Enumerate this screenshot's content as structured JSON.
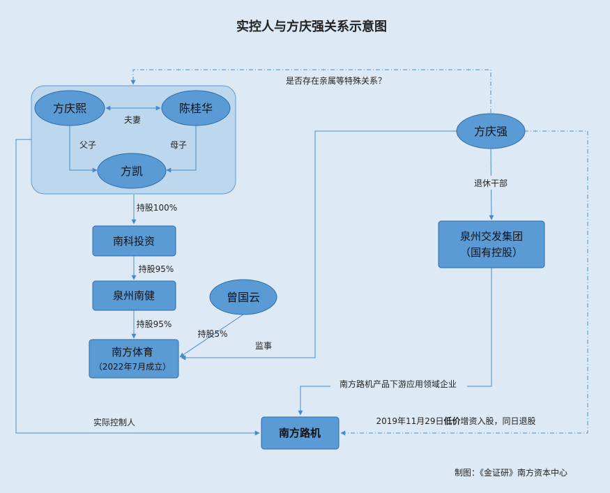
{
  "title": "实控人与方庆强关系示意图",
  "nodes": {
    "fang_qingxi": "方庆熙",
    "chen_guihua": "陈桂华",
    "fang_kai": "方凯",
    "fang_qingqiang": "方庆强",
    "zeng_guoyun": "曾国云",
    "nanke": "南科投资",
    "quanzhou_nanjian": "泉州南健",
    "nanfang_tiyu": "南方体育",
    "nanfang_tiyu_sub": "（2022年7月成立）",
    "quanzhou_jiaofa": "泉州交发集团",
    "quanzhou_jiaofa_sub": "（国有控股）",
    "nanfang_luji": "南方路机"
  },
  "edges": {
    "question": "是否存在亲属等特殊关系？",
    "spouse": "夫妻",
    "father_son": "父子",
    "mother_son": "母子",
    "hold100": "持股100%",
    "hold95a": "持股95%",
    "hold95b": "持股95%",
    "hold5": "持股5%",
    "supervisor": "监事",
    "retired": "退休干部",
    "downstream": "南方路机产品下游应用领域企业",
    "actual_controller": "实际控制人",
    "capital_date": "2019年11月29日",
    "capital_bold": "低价",
    "capital_rest": "增资入股，同日退股"
  },
  "footer": "制图：《金证研》南方资本中心",
  "colors": {
    "node_fill": "#5b9bd5",
    "node_stroke": "#2e6ca6",
    "group_fill": "#bcd7ee",
    "line": "#4a8ac4"
  }
}
